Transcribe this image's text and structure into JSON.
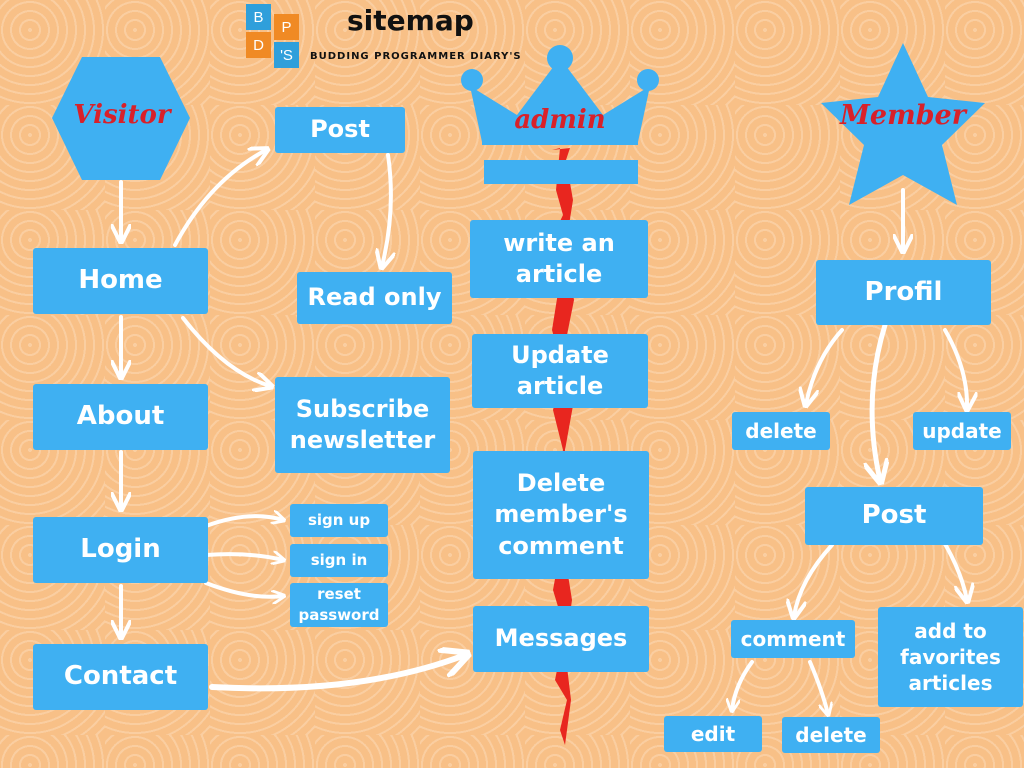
{
  "header": {
    "logo_letters": [
      "B",
      "P",
      "D",
      "'S"
    ],
    "title": "sitemap",
    "subtitle": "BUDDING PROGRAMMER DIARY'S"
  },
  "colors": {
    "background": "#f8c087",
    "node": "#3fb0f2",
    "accent_red": "#d8212a",
    "logo": [
      "#2f9fdb",
      "#f08a24",
      "#f08a24",
      "#2f9fdb"
    ]
  },
  "visitor": {
    "label": "Visitor",
    "home": "Home",
    "about": "About",
    "login": "Login",
    "contact": "Contact",
    "post": "Post",
    "read_only": "Read only",
    "subscribe_newsletter": "Subscribe newsletter",
    "sign_up": "sign up",
    "sign_in": "sign in",
    "reset_password": "reset password"
  },
  "admin": {
    "label": "admin",
    "write_article": "write an article",
    "update_article": "Update article",
    "delete_comment": "Delete member's comment",
    "messages": "Messages"
  },
  "member": {
    "label": "Member",
    "profil": "Profil",
    "delete": "delete",
    "update": "update",
    "post": "Post",
    "comment": "comment",
    "add_favorites": "add to favorites articles",
    "edit": "edit",
    "comment_delete": "delete"
  }
}
